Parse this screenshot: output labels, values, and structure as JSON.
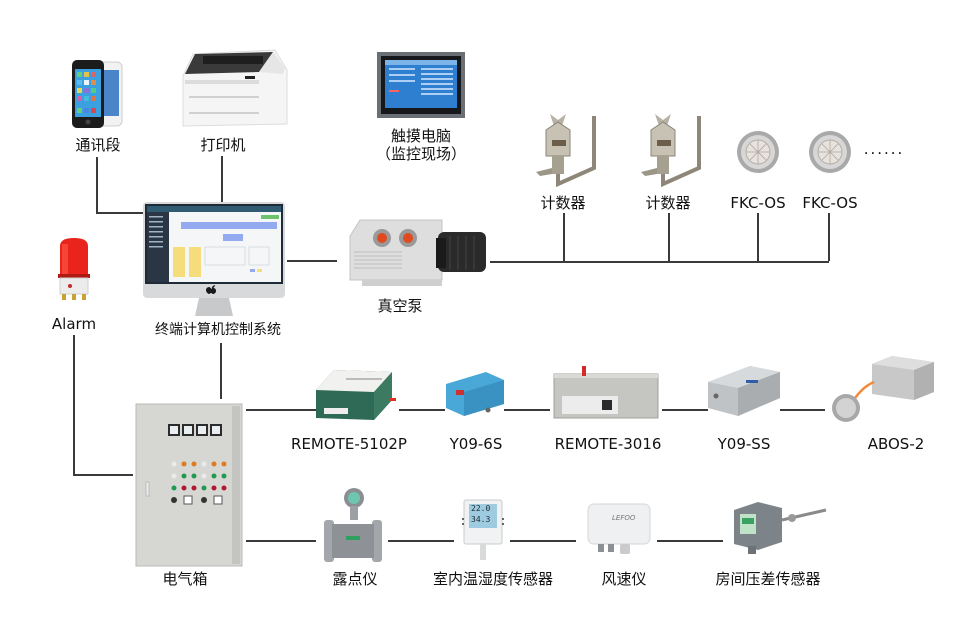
{
  "diagram": {
    "nodes": {
      "phone": {
        "label": "通讯段",
        "icon": "smartphone-icon"
      },
      "printer": {
        "label": "打印机",
        "icon": "printer-icon"
      },
      "touch_pc": {
        "label_line1": "触摸电脑",
        "label_line2": "（监控现场）",
        "icon": "touch-monitor-icon"
      },
      "terminal": {
        "label": "终端计算机控制系统",
        "icon": "desktop-computer-icon"
      },
      "vacuum_pump": {
        "label": "真空泵",
        "icon": "vacuum-pump-icon"
      },
      "counter1": {
        "label": "计数器",
        "icon": "particle-counter-icon"
      },
      "counter2": {
        "label": "计数器",
        "icon": "particle-counter-icon"
      },
      "fkc1": {
        "label": "FKC-OS",
        "icon": "sensor-disc-icon"
      },
      "fkc2": {
        "label": "FKC-OS",
        "icon": "sensor-disc-icon"
      },
      "more": {
        "label": "......"
      },
      "alarm": {
        "label": "Alarm",
        "icon": "alarm-beacon-icon"
      },
      "cabinet": {
        "label": "电气箱",
        "icon": "electrical-cabinet-icon"
      },
      "remote5102p": {
        "label": "REMOTE-5102P",
        "icon": "remote-sensor-icon"
      },
      "y096s": {
        "label": "Y09-6S",
        "icon": "particle-sensor-icon"
      },
      "remote3016": {
        "label": "REMOTE-3016",
        "icon": "remote-sensor-icon"
      },
      "y09ss": {
        "label": "Y09-SS",
        "icon": "particle-sensor-icon"
      },
      "abos2": {
        "label": "ABOS-2",
        "icon": "sensor-unit-icon"
      },
      "dewpoint": {
        "label": "露点仪",
        "icon": "dew-point-meter-icon"
      },
      "temp_humidity": {
        "label": "室内温湿度传感器",
        "icon": "temp-humidity-sensor-icon",
        "readout_top": "22.0",
        "readout_bottom": "34.3"
      },
      "anemometer": {
        "label": "风速仪",
        "icon": "anemometer-icon",
        "brand": "LEFOO"
      },
      "pressure_diff": {
        "label": "房间压差传感器",
        "icon": "differential-pressure-sensor-icon"
      }
    }
  }
}
